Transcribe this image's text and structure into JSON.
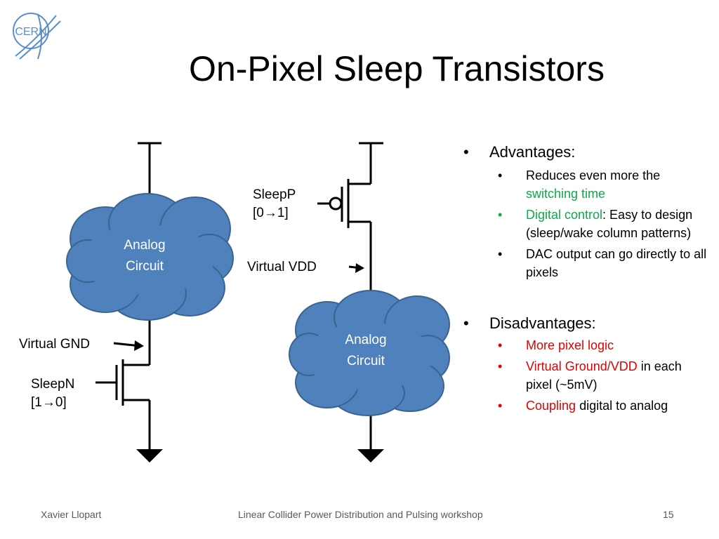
{
  "logo": {
    "text": "CERN",
    "color": "#5a8fc8"
  },
  "title": "On-Pixel Sleep Transistors",
  "diagram": {
    "left_cloud": {
      "line1": "Analog",
      "line2": "Circuit"
    },
    "right_cloud": {
      "line1": "Analog",
      "line2": "Circuit"
    },
    "virtual_gnd": "Virtual GND",
    "sleepn": {
      "line1": "SleepN",
      "line2": "[1→0]"
    },
    "sleepp": {
      "line1": "SleepP",
      "line2": "[0→1]"
    },
    "virtual_vdd": "Virtual VDD",
    "cloud_fill": "#4f81bd",
    "cloud_stroke": "#3a6490"
  },
  "bullets": {
    "advantages": {
      "heading": "Advantages:",
      "item1": {
        "before": "Reduces even more the ",
        "highlight": "switching time"
      },
      "item2": {
        "highlight": "Digital control",
        "after": ": Easy to design (sleep/wake column patterns)"
      },
      "item3": {
        "text": "DAC output can go directly to all pixels"
      }
    },
    "disadvantages": {
      "heading": "Disadvantages:",
      "item1": {
        "highlight": "More pixel logic"
      },
      "item2": {
        "highlight": "Virtual Ground/VDD",
        "after": " in each pixel (~5mV)"
      },
      "item3": {
        "highlight": "Coupling",
        "after": " digital to analog"
      }
    }
  },
  "footer": {
    "author": "Xavier Llopart",
    "event": "Linear Collider Power Distribution and Pulsing workshop",
    "page": "15"
  }
}
